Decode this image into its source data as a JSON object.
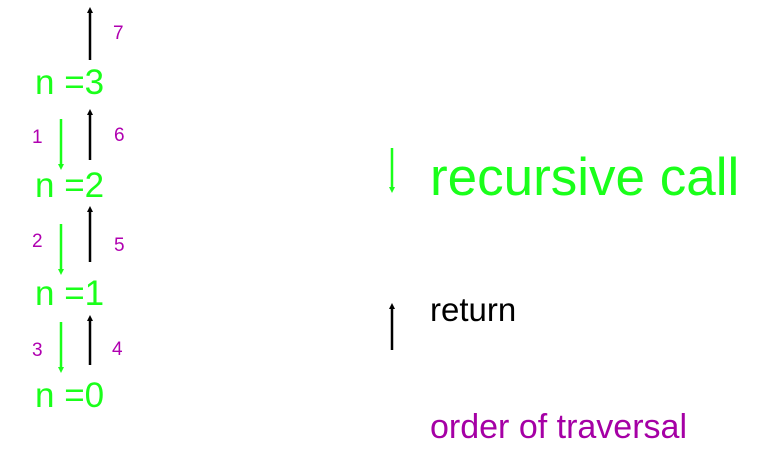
{
  "nodes": [
    {
      "label": "n =3"
    },
    {
      "label": "n =2"
    },
    {
      "label": "n =1"
    },
    {
      "label": "n =0"
    }
  ],
  "steps": [
    "1",
    "2",
    "3",
    "4",
    "5",
    "6",
    "7"
  ],
  "legend": {
    "call_label": "recursive call",
    "return_label": "return",
    "order_label": "order of traversal"
  },
  "colors": {
    "call": "#1aff1a",
    "return": "#000000",
    "order": "#b000b0"
  }
}
